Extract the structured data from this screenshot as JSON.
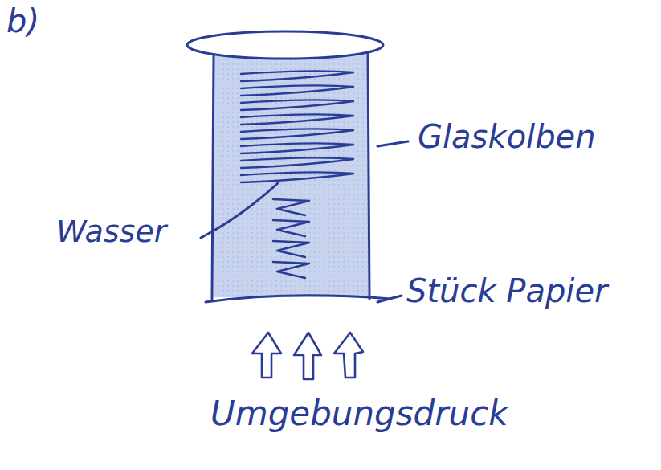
{
  "diagram": {
    "labels": [
      "b)",
      "Glaskolben",
      "Wasser",
      "Stück Papier",
      "Umgebungsdruck"
    ]
  }
}
